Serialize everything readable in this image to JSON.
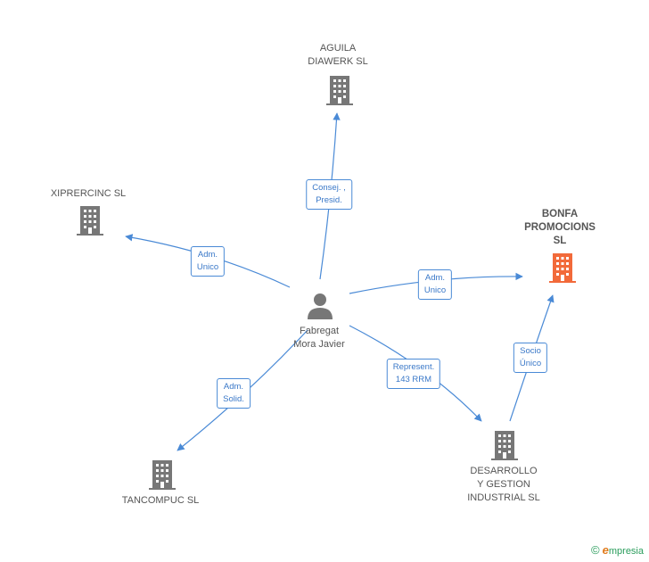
{
  "nodes": {
    "aguila": {
      "lines": [
        "AGUILA",
        "DIAWERK SL"
      ],
      "icon": "building-icon",
      "color": "#777777"
    },
    "xiprercinc": {
      "lines": [
        "XIPRERCINC SL"
      ],
      "icon": "building-icon",
      "color": "#777777"
    },
    "bonfa": {
      "lines": [
        "BONFA",
        "PROMOCIONS",
        "SL"
      ],
      "icon": "building-icon",
      "color": "#f26a3a"
    },
    "person": {
      "lines": [
        "Fabregat",
        "Mora Javier"
      ],
      "icon": "person-icon",
      "color": "#777777"
    },
    "tancompuc": {
      "lines": [
        "TANCOMPUC SL"
      ],
      "icon": "building-icon",
      "color": "#777777"
    },
    "desarrollo": {
      "lines": [
        "DESARROLLO",
        "Y GESTION",
        "INDUSTRIAL SL"
      ],
      "icon": "building-icon",
      "color": "#777777"
    }
  },
  "edges": {
    "to_aguila": [
      "Consej. ,",
      "Presid."
    ],
    "to_xiprercinc": [
      "Adm.",
      "Unico"
    ],
    "to_bonfa": [
      "Adm.",
      "Unico"
    ],
    "to_tancompuc": [
      "Adm.",
      "Solid."
    ],
    "to_desarrollo": [
      "Represent.",
      "143 RRM"
    ],
    "desarrollo_to_bonfa": [
      "Socio",
      "Único"
    ]
  },
  "edge_color": "#4a8ad6",
  "footer": {
    "copyright": "©",
    "brand_initial": "e",
    "brand_rest": "mpresia"
  }
}
